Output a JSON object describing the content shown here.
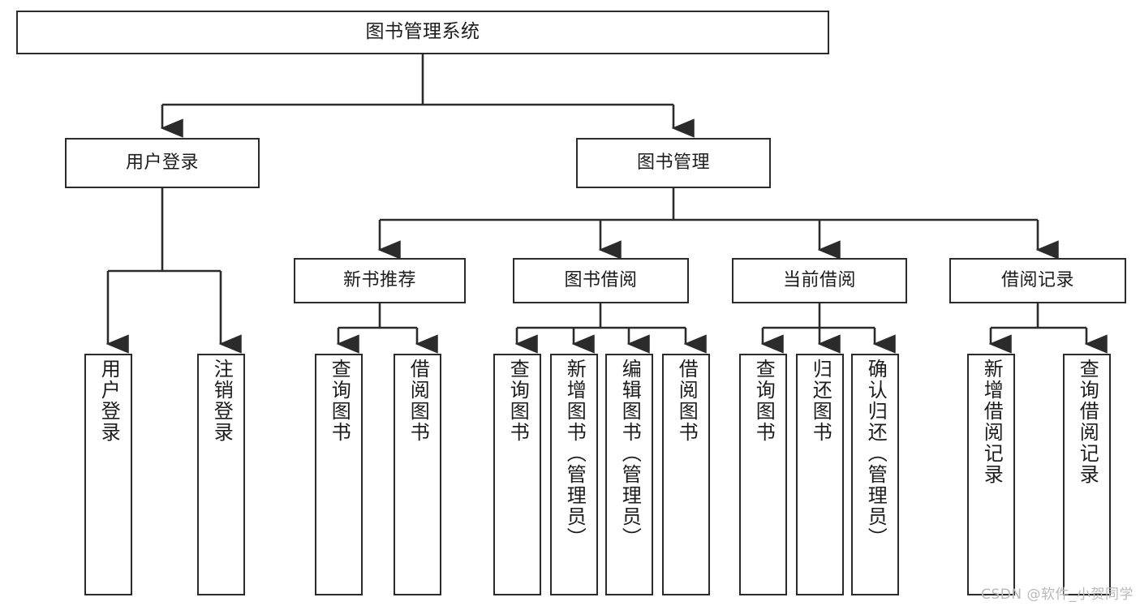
{
  "diagram": {
    "type": "tree-hierarchy",
    "title": "图书管理系统",
    "watermark": "CSDN @软件_小贺同学",
    "colors": {
      "border": "#2b2b2b",
      "background": "#ffffff",
      "text": "#1c1c1c",
      "watermark": "#b9b9b9"
    },
    "nodes": {
      "root": {
        "label": "图书管理系统"
      },
      "level2": [
        {
          "label": "用户登录"
        },
        {
          "label": "图书管理"
        }
      ],
      "level3": [
        {
          "label": "新书推荐"
        },
        {
          "label": "图书借阅"
        },
        {
          "label": "当前借阅"
        },
        {
          "label": "借阅记录"
        }
      ],
      "leaves_user_login": [
        {
          "label": "用户登录"
        },
        {
          "label": "注销登录"
        }
      ],
      "leaves_new_book": [
        {
          "label": "查询图书"
        },
        {
          "label": "借阅图书"
        }
      ],
      "leaves_borrow": [
        {
          "label": "查询图书"
        },
        {
          "label": "新增图书（管理员）"
        },
        {
          "label": "编辑图书（管理员）"
        },
        {
          "label": "借阅图书"
        }
      ],
      "leaves_current": [
        {
          "label": "查询图书"
        },
        {
          "label": "归还图书"
        },
        {
          "label": "确认归还（管理员）"
        }
      ],
      "leaves_records": [
        {
          "label": "新增借阅记录"
        },
        {
          "label": "查询借阅记录"
        }
      ]
    }
  }
}
